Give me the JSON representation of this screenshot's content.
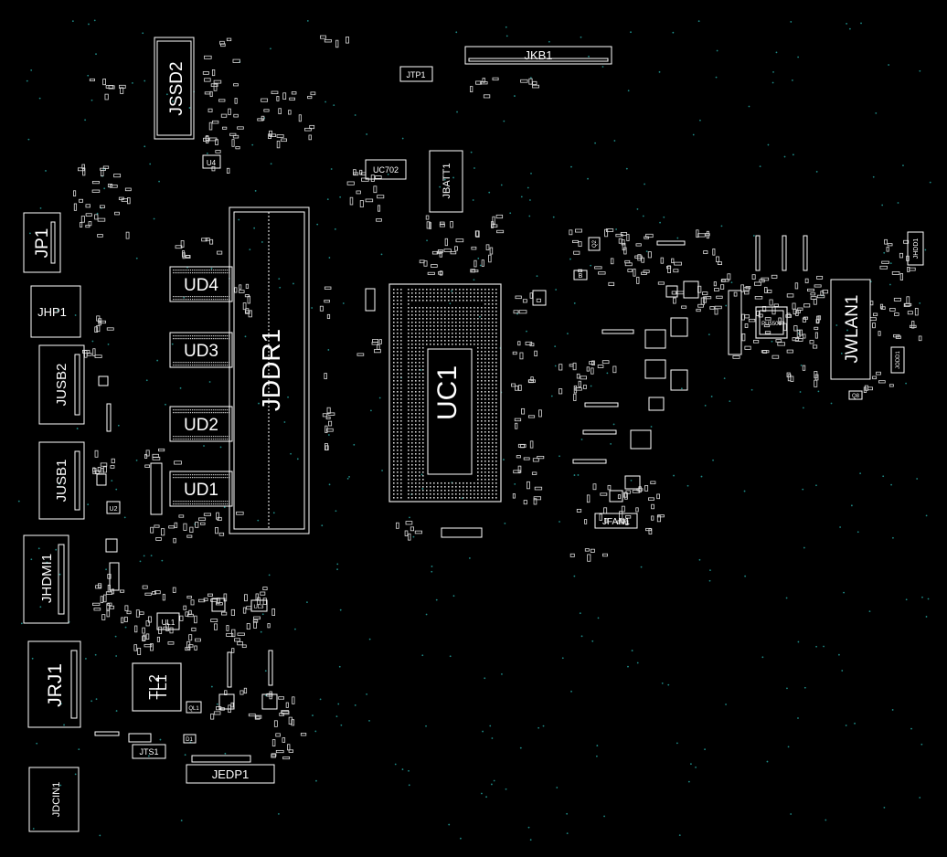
{
  "board": {
    "background": "#000000",
    "outline_color": "#ffffff",
    "via_color": "#1f8a86",
    "labels": {
      "jssd2": "JSSD2",
      "jkb1": "JKB1",
      "jtp1": "JTP1",
      "uc702": "UC702",
      "jbatt1": "JBATT1",
      "u4": "U4",
      "jp1": "JP1",
      "jhp1": "JHP1",
      "jusb2": "JUSB2",
      "jusb1": "JUSB1",
      "u2": "U2",
      "jhdmi1": "JHDMI1",
      "jrj1": "JRJ1",
      "tl1": "TL1",
      "tl2": "TL2",
      "ul1": "UL1",
      "ql1": "QL1",
      "qm": "QLM",
      "ul3": "UL3",
      "jts1": "JTS1",
      "d1": "D1",
      "jedp1": "JEDP1",
      "jdcin1": "JDCIN1",
      "ud4": "UD4",
      "ud3": "UD3",
      "ud2": "UD2",
      "ud1": "UD1",
      "jddr1": "JDDR1",
      "uc1": "UC1",
      "jfan1": "JFAN1",
      "pu5501": "PU5501",
      "jwlan1": "JWLAN1",
      "jhdd1": "JHDD1",
      "jodd1": "JODD1",
      "q2": "Q2",
      "q8": "Q8",
      "b": "B"
    }
  }
}
